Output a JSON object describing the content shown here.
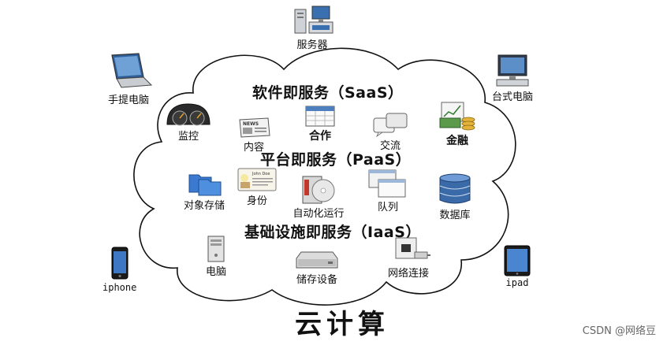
{
  "title": "云计算",
  "layers": {
    "saas": "软件即服务（SaaS）",
    "paas": "平台即服务（PaaS）",
    "iaas": "基础设施即服务（IaaS）"
  },
  "outside": {
    "server": "服务器",
    "laptop": "手提电脑",
    "desktop": "台式电脑",
    "iphone": "iphone",
    "ipad": "ipad"
  },
  "saas_items": {
    "monitor": "监控",
    "content": "内容",
    "collab": "合作",
    "exchange": "交流",
    "finance": "金融"
  },
  "paas_items": {
    "object_storage": "对象存储",
    "identity": "身份",
    "automation": "自动化运行",
    "queue": "队列",
    "database": "数据库"
  },
  "iaas_items": {
    "computer": "电脑",
    "storage_device": "储存设备",
    "network": "网络连接"
  },
  "watermark": "CSDN @网络豆",
  "news_icon_text": "NEWS",
  "id_card_text": "John Doe"
}
